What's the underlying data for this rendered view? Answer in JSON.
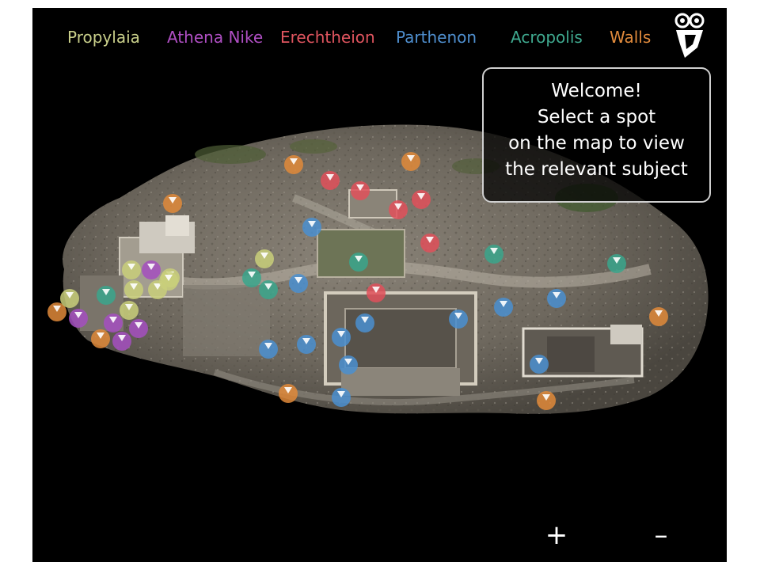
{
  "nav": {
    "propylaia": {
      "label": "Propylaia",
      "color": "#c9cf8a"
    },
    "athena_nike": {
      "label": "Athena Nike",
      "color": "#b04fc4"
    },
    "erechtheion": {
      "label": "Erechtheion",
      "color": "#e0555f"
    },
    "parthenon": {
      "label": "Parthenon",
      "color": "#4f8fcf"
    },
    "acropolis": {
      "label": "Acropolis",
      "color": "#3fa98f"
    },
    "walls": {
      "label": "Walls",
      "color": "#e08a3c"
    }
  },
  "logo": {
    "icon": "owl-icon"
  },
  "welcome": {
    "line1": "Welcome!",
    "line2": "Select a spot",
    "line3": "on the map to view",
    "line4": "the relevant subject"
  },
  "zoom": {
    "in_label": "+",
    "out_label": "–"
  },
  "marker_categories": {
    "propylaia": "#c9cf7a",
    "athena_nike": "#a54fbf",
    "erechtheion": "#e0505a",
    "parthenon": "#4a8fd0",
    "acropolis": "#3aa68c",
    "walls": "#e08a3a"
  }
}
